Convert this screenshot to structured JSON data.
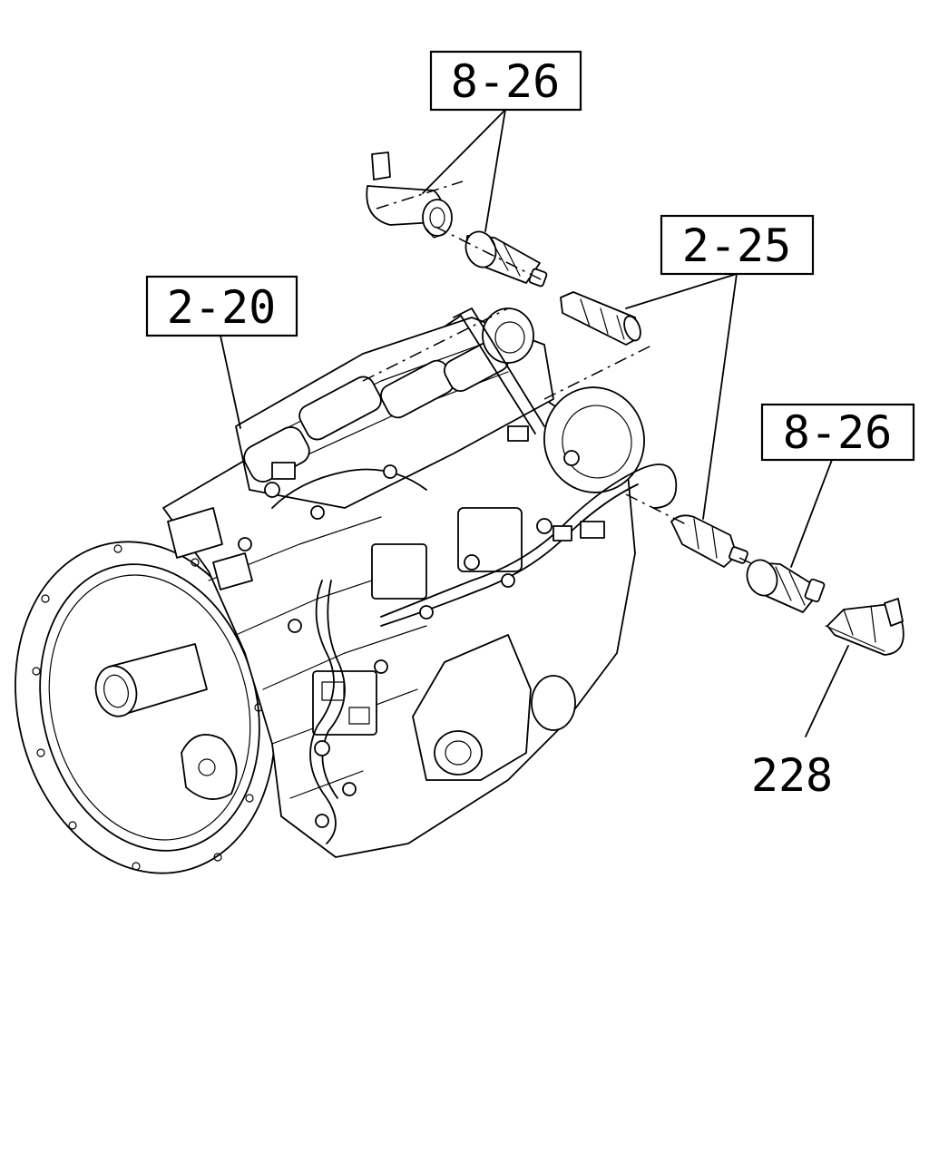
{
  "callouts": {
    "top_8_26": "8-26",
    "ref_2_25": "2-25",
    "ref_2_20": "2-20",
    "right_8_26": "8-26",
    "part_228": "228"
  },
  "icons": [
    "transmission-assembly",
    "switch",
    "bracket",
    "sensor"
  ]
}
